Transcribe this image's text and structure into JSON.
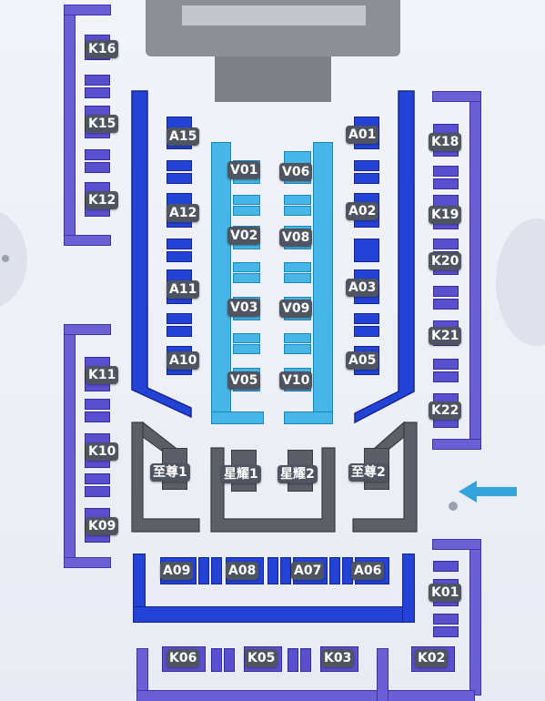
{
  "stage_label": "",
  "entrance_arrow_icon": "arrow-left-icon",
  "colors": {
    "k_zone": "#6a5fd4",
    "a_zone": "#2342d6",
    "v_zone": "#46b6e6",
    "vip_zone": "#5c5f67",
    "label_bg": "#4f5560"
  },
  "sections": {
    "k16": "K16",
    "k15": "K15",
    "k12": "K12",
    "k18": "K18",
    "k19": "K19",
    "k20": "K20",
    "k21": "K21",
    "k22": "K22",
    "k11": "K11",
    "k10": "K10",
    "k09": "K09",
    "k01": "K01",
    "k02": "K02",
    "k03": "K03",
    "k05": "K05",
    "k06": "K06",
    "a15": "A15",
    "a12": "A12",
    "a11": "A11",
    "a10": "A10",
    "a01": "A01",
    "a02": "A02",
    "a03": "A03",
    "a05": "A05",
    "a09": "A09",
    "a08": "A08",
    "a07": "A07",
    "a06": "A06",
    "v01": "V01",
    "v02": "V02",
    "v03": "V03",
    "v05": "V05",
    "v06": "V06",
    "v08": "V08",
    "v09": "V09",
    "v10": "V10",
    "zhizun1": "至尊1",
    "xingyao1": "星耀1",
    "xingyao2": "星耀2",
    "zhizun2": "至尊2"
  }
}
